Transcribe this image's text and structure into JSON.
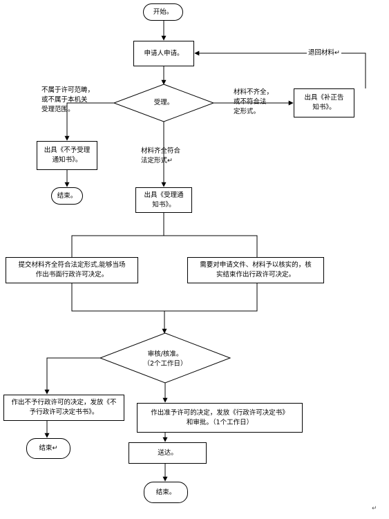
{
  "nodes": {
    "start": "开始。",
    "applicant": "申请人申请。",
    "accept": "受理。",
    "correction_notice": "出具《补正告\n知书》。",
    "reject_notice": "出具《不予受理\n通知书》。",
    "end1": "结束。",
    "accept_notice": "出具《受理通\n知书》。",
    "on_site": "提交材料齐全符合法定形式,能够当场\n作出书面行政许可决定。",
    "verify": "需要对申请文件、材料予以核实的，核\n实结束作出行政许可决定。",
    "review": "审核/核准。\n（2个工作日）",
    "deny_decision": "作出不予行政许可的决定，发放《不\n予行政许可决定书书》。",
    "end2": "结束↵",
    "grant_decision": "作出准予许可的决定，发放《行政许可决定书》\n和审批。（1个工作日）",
    "deliver": "送达。",
    "end3": "结束。"
  },
  "labels": {
    "return_materials": "退回材料↵",
    "out_of_scope": "不属于许可范畴，\n或不属于本机关\n受理范围。",
    "incomplete": "材料不齐全，\n或不符合法\n定形式。",
    "complete": "材料齐全符合\n法定形式↵"
  },
  "page_mark": "↵"
}
